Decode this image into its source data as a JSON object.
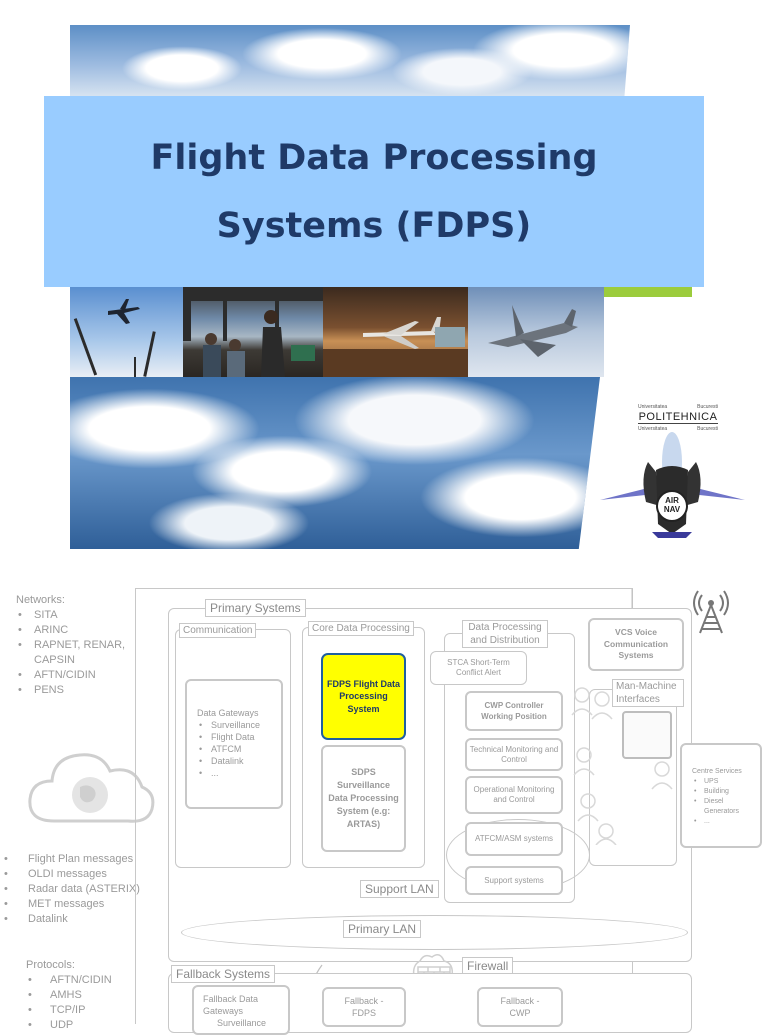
{
  "slide1": {
    "title_line1": "Flight Data Processing",
    "title_line2": "Systems (FDPS)",
    "logo_top_left": "Universitatea",
    "logo_top_right": "Bucuresti",
    "logo_name": "POLITEHNICA",
    "logo_sub_left": "Universitatea",
    "logo_sub_right": "Bucuresti",
    "logo_badge_line1": "AIR",
    "logo_badge_line2": "NAV"
  },
  "slide2": {
    "networks": {
      "heading": "Networks:",
      "items": [
        "SITA",
        "ARINC",
        "RAPNET, RENAR, CAPSIN",
        "AFTN/CIDIN",
        "PENS"
      ]
    },
    "messages": {
      "items": [
        "Flight Plan messages",
        "OLDI messages",
        "Radar data (ASTERIX)",
        "MET messages",
        "Datalink"
      ]
    },
    "protocols": {
      "heading": "Protocols:",
      "items": [
        "AFTN/CIDIN",
        "AMHS",
        "TCP/IP",
        "UDP"
      ]
    },
    "primary_systems": "Primary Systems",
    "communication": "Communication",
    "core_data_processing": "Core Data Processing",
    "data_processing_distribution": "Data Processing and Distribution",
    "data_gateways": {
      "heading": "Data Gateways",
      "items": [
        "Surveillance",
        "Flight Data",
        "ATFCM",
        "Datalink",
        "..."
      ]
    },
    "fdps_box": "FDPS Flight Data Processing System",
    "sdps_box": "SDPS Surveillance Data Processing System (e.g: ARTAS)",
    "stca_box": "STCA Short-Term Conflict Alert",
    "cwp_box": "CWP Controller Working Position",
    "tech_monitoring": "Technical Monitoring and Control",
    "operational_monitoring": "Operational Monitoring and Control",
    "atfcm_systems": "ATFCM/ASM systems",
    "support_systems": "Support systems",
    "vcs_box": "VCS Voice Communication Systems",
    "mmi_label": "Man-Machine Interfaces",
    "centre_services": {
      "heading": "Centre Services",
      "items": [
        "UPS",
        "Building",
        "Diesel Generators",
        "..."
      ]
    },
    "support_lan": "Support LAN",
    "primary_lan": "Primary LAN",
    "firewall": "Firewall",
    "fallback_systems": "Fallback Systems",
    "fallback_gateways": "Fallback Data Gateways",
    "fallback_gateways_item": "Surveillance",
    "fallback_fdps": "Fallback - FDPS",
    "fallback_cwp": "Fallback - CWP"
  },
  "colors": {
    "title_band": "#99ccff",
    "title_text": "#1f3a68",
    "fdps_highlight": "#ffff00",
    "fdps_border": "#1f5fa0",
    "accent_green": "#9ccc3c",
    "diagram_gray": "#a6a6a6"
  },
  "icons": [
    "antenna-icon",
    "globe-cloud-icon",
    "firewall-icon",
    "aircraft-icon",
    "person-icon"
  ]
}
